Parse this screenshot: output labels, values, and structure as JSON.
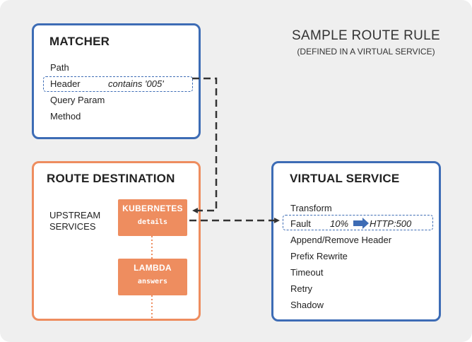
{
  "sample": {
    "title": "SAMPLE ROUTE RULE",
    "subtitle": "(DEFINED IN A VIRTUAL SERVICE)"
  },
  "matcher": {
    "title": "MATCHER",
    "items": [
      "Path",
      "Header",
      "Query Param",
      "Method"
    ],
    "header_condition": "contains '005'"
  },
  "route_destination": {
    "title": "ROUTE DESTINATION",
    "upstream_label_line1": "UPSTREAM",
    "upstream_label_line2": "SERVICES",
    "services": [
      {
        "name": "KUBERNETES",
        "code": "details"
      },
      {
        "name": "LAMBDA",
        "code": "answers"
      }
    ]
  },
  "virtual_service": {
    "title": "VIRTUAL SERVICE",
    "items": [
      "Transform",
      "Fault",
      "Append/Remove Header",
      "Prefix Rewrite",
      "Timeout",
      "Retry",
      "Shadow"
    ],
    "fault_percent": "10%",
    "fault_result": "HTTP:500"
  },
  "colors": {
    "blue_border": "#3d6cb5",
    "orange_border": "#ee8d5f",
    "orange_chip": "#ee8d5f",
    "background": "#efefef"
  }
}
